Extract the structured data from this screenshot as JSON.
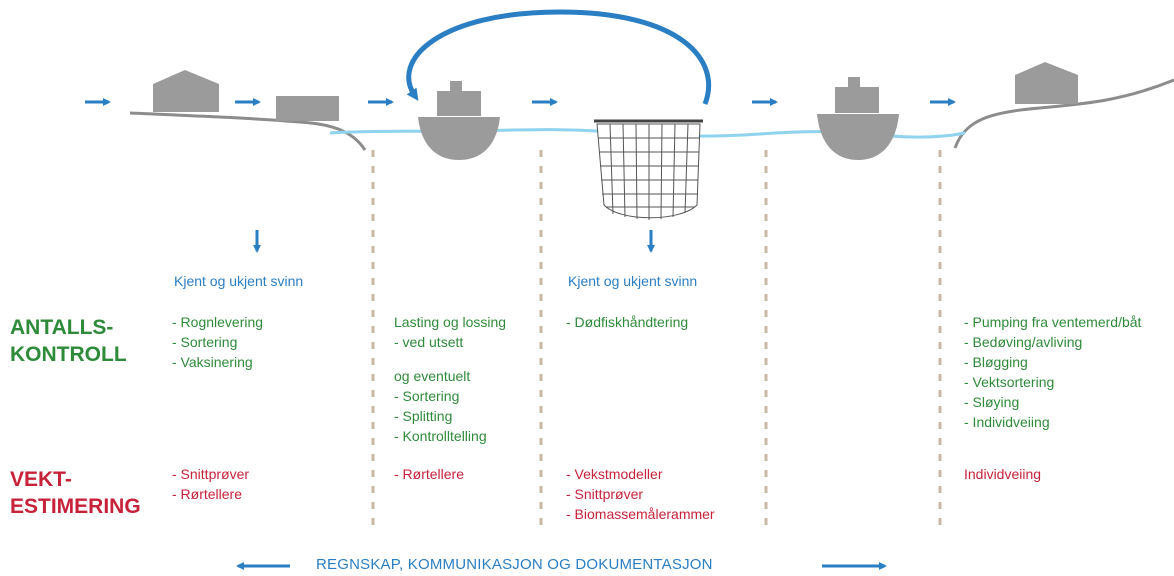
{
  "colors": {
    "blue": "#2a7ec3",
    "water": "#8fd3ef",
    "green": "#2e8b3a",
    "red": "#c8223a",
    "gray": "#9b9b9b",
    "divider": "#c9b9a4"
  },
  "icons": [
    "flow-arrow-icon",
    "building-icon",
    "boat-icon",
    "net-pen-icon",
    "loop-arrow-icon"
  ],
  "labels": {
    "svinn": "Kjent og ukjent svinn",
    "antall_line1": "ANTALLS-",
    "antall_line2": "KONTROLL",
    "vekt_line1": "VEKT-",
    "vekt_line2": "ESTIMERING",
    "footer": "REGNSKAP, KOMMUNIKASJON OG DOKUMENTASJON"
  },
  "columns": {
    "col1": {
      "antall": [
        "- Rognlevering",
        "- Sortering",
        "- Vaksinering"
      ],
      "vekt": [
        "- Snittprøver",
        "- Rørtellere"
      ]
    },
    "col2": {
      "antall_a": [
        "Lasting og lossing",
        " - ved utsett"
      ],
      "antall_b": [
        "og eventuelt",
        "- Sortering",
        "- Splitting",
        "- Kontrolltelling"
      ],
      "vekt": [
        "- Rørtellere"
      ]
    },
    "col3": {
      "antall": [
        "- Dødfiskhåndtering"
      ],
      "vekt": [
        "- Vekstmodeller",
        "- Snittprøver",
        "- Biomassemålerammer"
      ]
    },
    "col4": {
      "antall": [
        "- Pumping fra ventemerd/båt",
        "- Bedøving/avliving",
        "- Bløgging",
        "- Vektsortering",
        "- Sløying",
        "- Individveiing"
      ],
      "vekt": [
        "Individveiing"
      ]
    }
  }
}
